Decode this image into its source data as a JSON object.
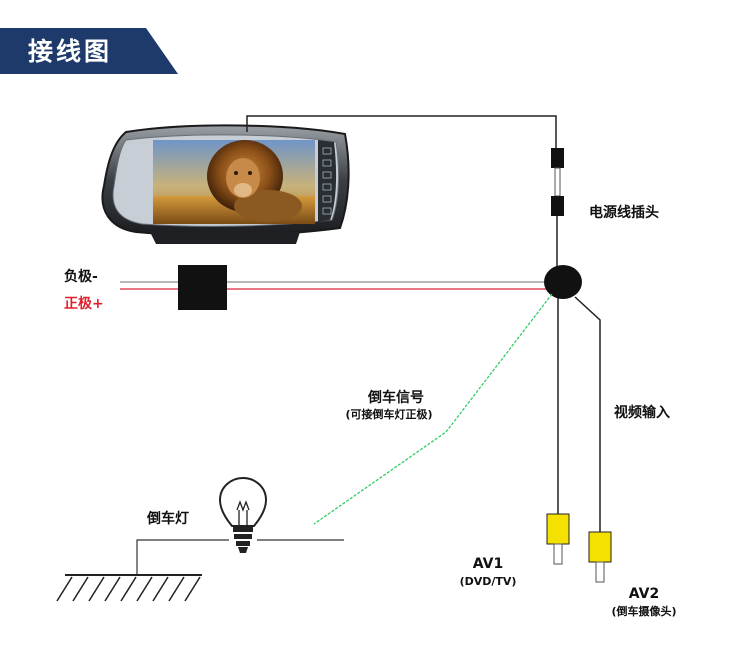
{
  "title": "接线图",
  "labels": {
    "power_plug": "电源线插头",
    "negative": "负极-",
    "positive": "正极+",
    "reverse_signal": "倒车信号",
    "reverse_signal_note": "(可接倒车灯正极)",
    "video_input": "视频输入",
    "reverse_light": "倒车灯",
    "av1": "AV1",
    "av1_note": "(DVD/TV)",
    "av2": "AV2",
    "av2_note": "(倒车摄像头)"
  },
  "colors": {
    "banner": "#1e3a6b",
    "wire": "#222222",
    "positive_wire": "#d9283a",
    "positive_text": "#e0202c",
    "negative_wire": "#8a8a8a",
    "signal_wire": "#33cc66",
    "rca_plug": "#f4e100",
    "connector": "#111111"
  },
  "icons": {
    "mirror": "rear-view-mirror-monitor",
    "bulb": "light-bulb-icon",
    "ground": "ground-hatch-icon"
  }
}
